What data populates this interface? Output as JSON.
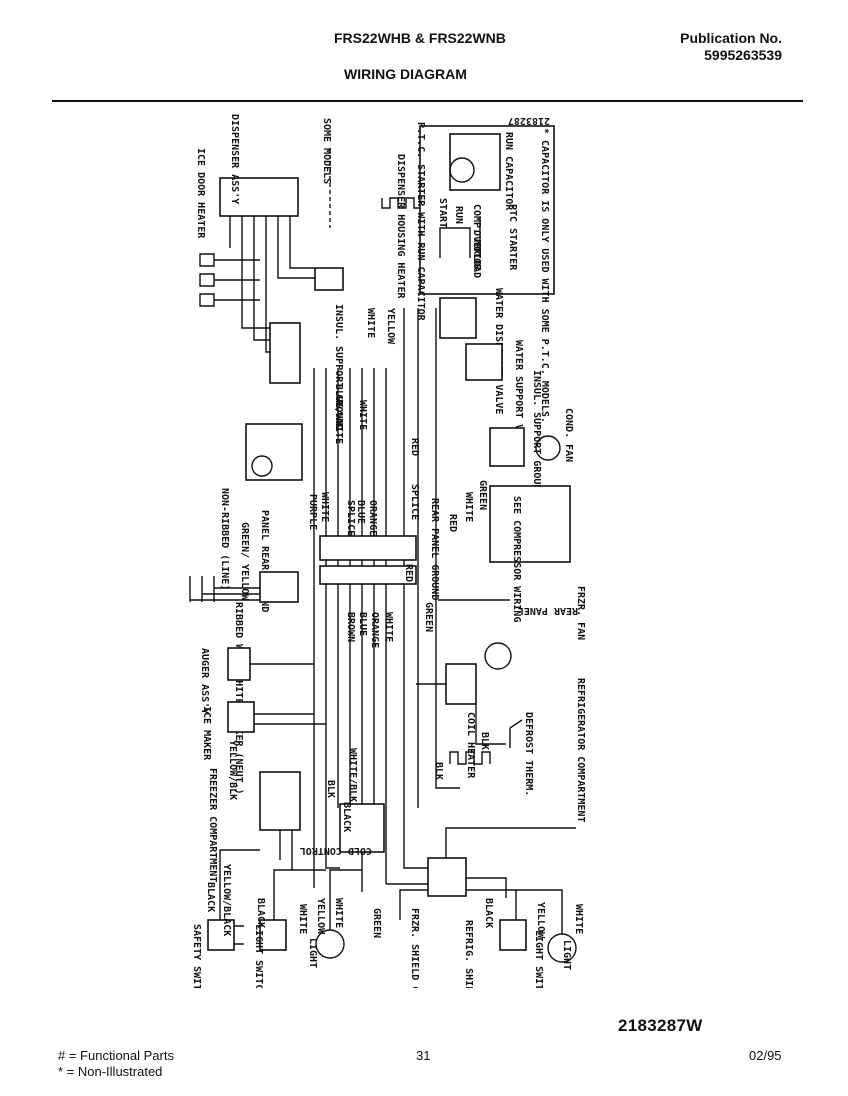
{
  "header": {
    "model": "FRS22WHB & FRS22WNB",
    "publication_label": "Publication No.",
    "publication_number": "5995263539",
    "title": "WIRING DIAGRAM"
  },
  "diagram": {
    "drawing_code": "2183287",
    "labels": {
      "dispenser_assy": "DISPENSER ASS'Y",
      "some_models": "SOME MODELS",
      "ice_door_heater": "ICE DOOR HEATER",
      "dispenser_housing_heater": "DISPENSER HOUSING HEATER",
      "ptc_starter_title": "P.T.C. STARTER WITH RUN CAPACITOR",
      "run_cap": "RUN CAPACITOR",
      "start": "START",
      "run": "RUN",
      "comp_motor": "COMP. MOTOR",
      "ptc_starter": "PTC STARTER",
      "overload": "OVERLOAD",
      "cap_note": "* CAPACITOR IS ONLY USED WITH SOME P.T.C. MODELS.",
      "water_dispenser_valve": "WATER DISPENSER VALVE",
      "water_support_valve": "WATER SUPPORT VALVE",
      "insul_support_ground": "INSUL. SUPPORT GROUND",
      "cond_fan": "COND. FAN",
      "see_compressor_wiring": "SEE COMPRESSOR WIRING",
      "rear_panel_ground": "REAR PANEL GROUND",
      "rear_panel": "REAR PANEL",
      "non_ribbed": "NON-RIBBED (LINE)",
      "green_yellow": "GREEN/ YELLOW",
      "panel_rear_ground": "PANEL REAR GROUND",
      "ribbed": "RIBBED WITH WHITE MARKER (NEUT.)",
      "auger_assy": "AUGER ASS'Y",
      "ice_maker": "ICE MAKER",
      "freezer_compartment": "FREEZER COMPARTMENT",
      "cold_control": "COLD CONTROL",
      "defrost_therm": "DEFROST THERM.",
      "frzr_fan": "FRZR. FAN",
      "coil_heater": "COIL HEATER",
      "refrigerator_compartment": "REFRIGERATOR COMPARTMENT",
      "safety_switch": "SAFETY SWITCH",
      "light_switch": "LIGHT SWITCH",
      "light": "LIGHT",
      "frzr_shield_ground": "FRZR. SHIELD GROUND",
      "refrig_shield_ground": "REFRIG. SHIELD GROUND"
    },
    "wires": {
      "purple": "PURPLE",
      "white": "WHITE",
      "yellow": "YELLOW",
      "blue": "BLUE",
      "blue_white": "BLUE/WHITE",
      "brown": "BROWN",
      "orange": "ORANGE",
      "red": "RED",
      "green": "GREEN",
      "black": "BLACK",
      "blk": "BLK",
      "yellow_black": "YELLOW/BLACK",
      "yellow_blk": "YELLOW/BLK",
      "splice": "SPLICE",
      "white_blk": "WHITE/BLK"
    }
  },
  "footer": {
    "drawing_number": "2183287W",
    "legend_functional": "# = Functional Parts",
    "legend_non_illustrated": "* = Non-Illustrated",
    "page": "31",
    "date": "02/95"
  }
}
